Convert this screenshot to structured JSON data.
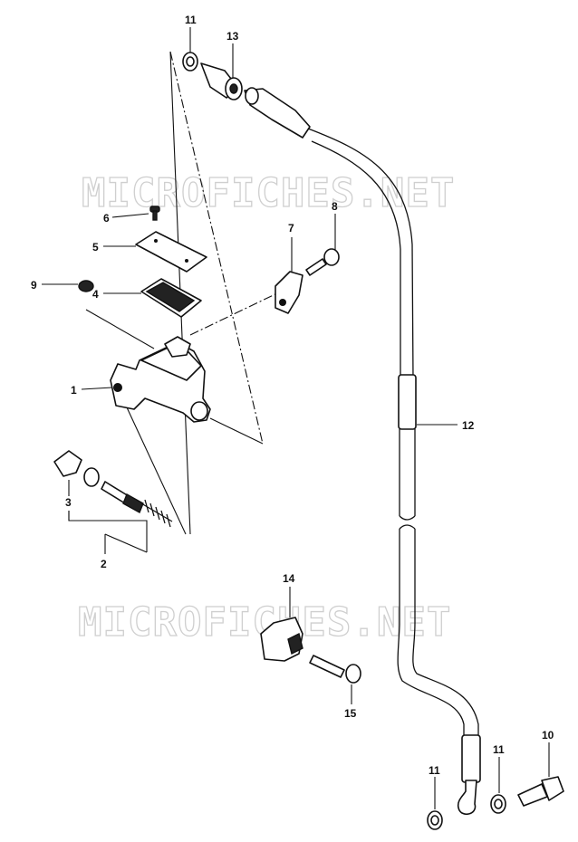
{
  "watermark": "MICROFICHES.NET",
  "callouts": [
    "1",
    "2",
    "3",
    "4",
    "5",
    "6",
    "7",
    "8",
    "9",
    "10",
    "11",
    "12",
    "13",
    "14",
    "15"
  ]
}
